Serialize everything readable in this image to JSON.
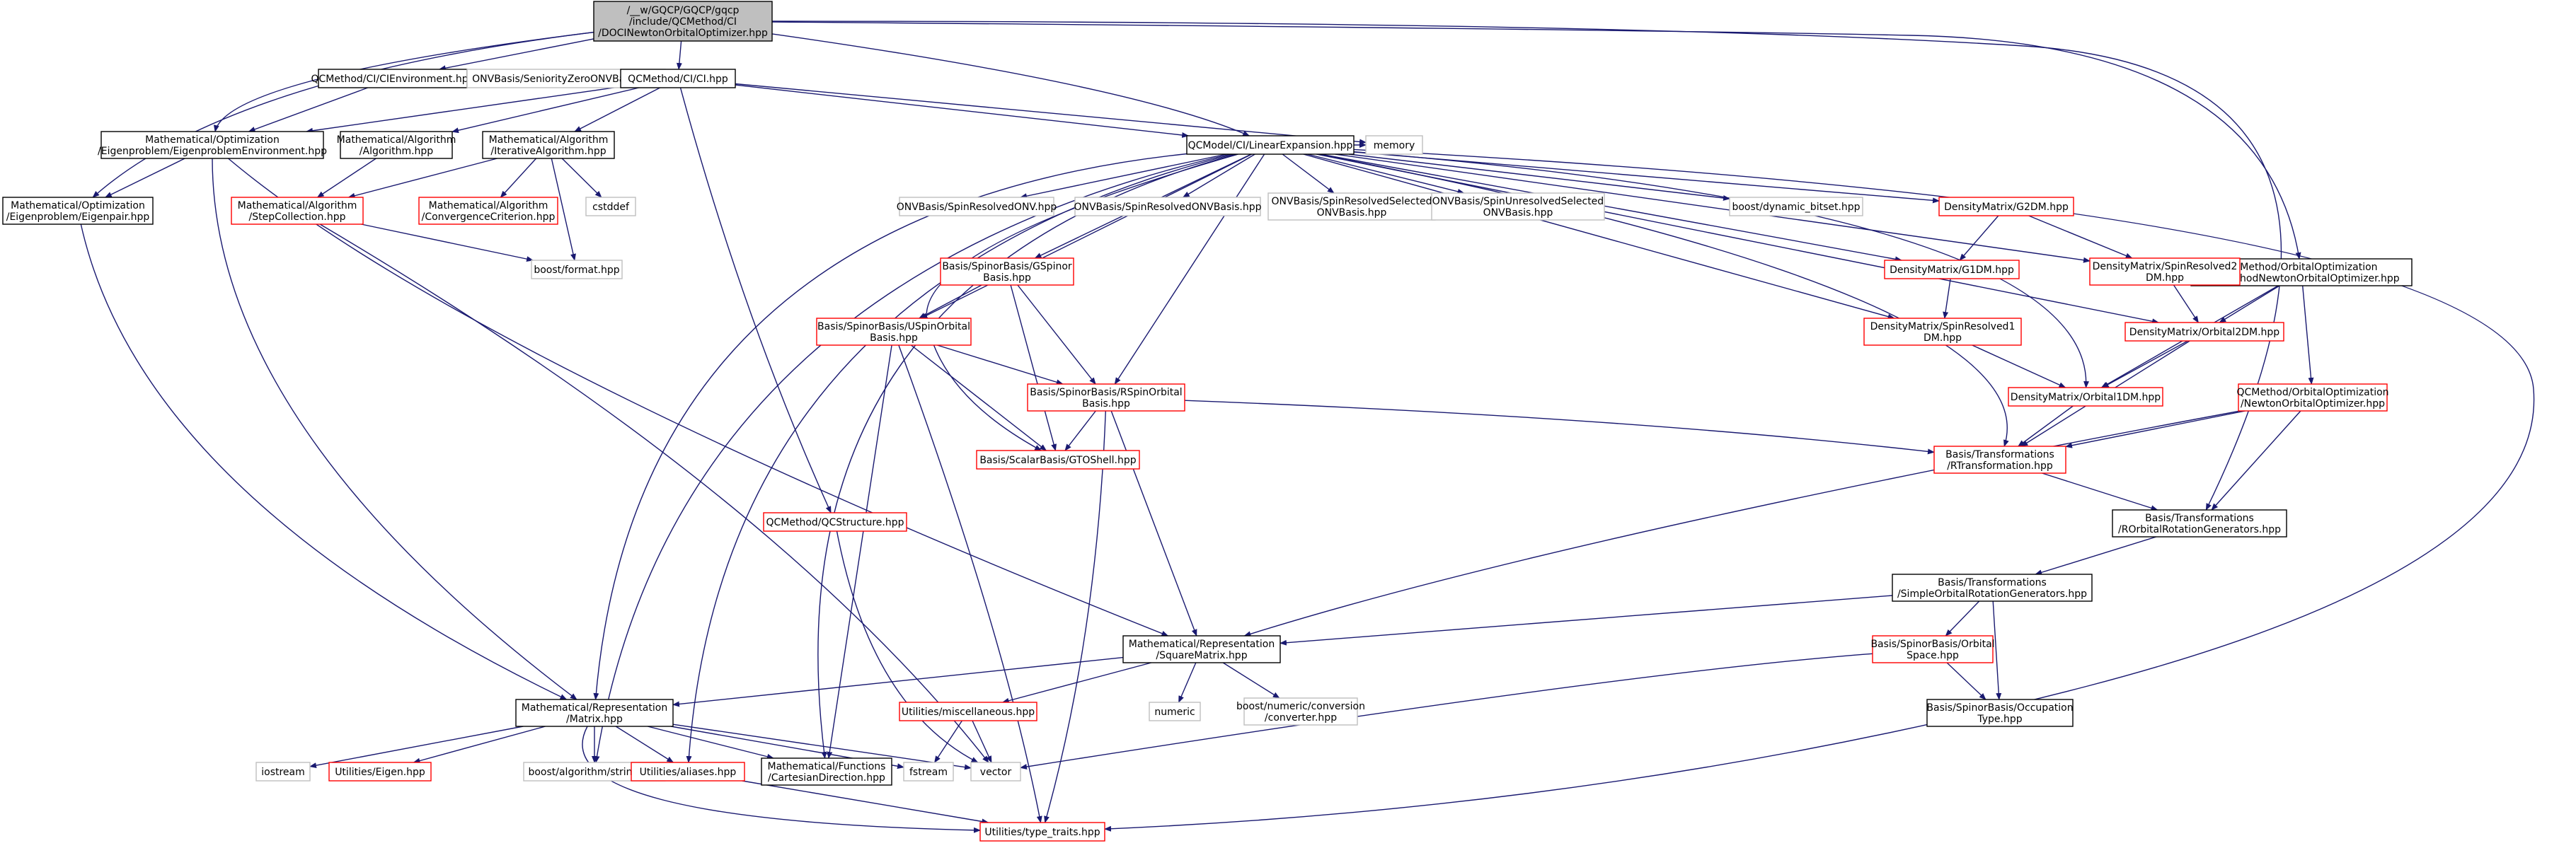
{
  "colors": {
    "edge": "#191970",
    "root_fill": "#bfbfbf",
    "root_border": "#000000",
    "documented_border": "#000000",
    "truncated_border": "#ff0000",
    "external_border": "#bfbfbf",
    "text": "#000000"
  },
  "nodes": {
    "n1": {
      "lines": [
        "/__w/GQCP/GQCP/gqcp",
        "/include/QCMethod/CI",
        "/DOCINewtonOrbitalOptimizer.hpp"
      ],
      "kind": "root"
    },
    "n2": {
      "lines": [
        "QCMethod/CI/CIEnvironment.hpp"
      ],
      "kind": "documented"
    },
    "n3": {
      "lines": [
        "ONVBasis/SeniorityZeroONVBasis.hpp"
      ],
      "kind": "external"
    },
    "n4": {
      "lines": [
        "QCMethod/CI/CI.hpp"
      ],
      "kind": "documented"
    },
    "n5": {
      "lines": [
        "Mathematical/Optimization",
        "/Eigenproblem/EigenproblemEnvironment.hpp"
      ],
      "kind": "documented"
    },
    "n6": {
      "lines": [
        "Mathematical/Algorithm",
        "/Algorithm.hpp"
      ],
      "kind": "documented"
    },
    "n7": {
      "lines": [
        "Mathematical/Algorithm",
        "/IterativeAlgorithm.hpp"
      ],
      "kind": "documented"
    },
    "n8": {
      "lines": [
        "memory"
      ],
      "kind": "external"
    },
    "n9": {
      "lines": [
        "QCModel/CI/LinearExpansion.hpp"
      ],
      "kind": "documented"
    },
    "n10": {
      "lines": [
        "QCMethod/OrbitalOptimization",
        "/QCMethodNewtonOrbitalOptimizer.hpp"
      ],
      "kind": "documented"
    },
    "n11": {
      "lines": [
        "Mathematical/Optimization",
        "/Eigenproblem/Eigenpair.hpp"
      ],
      "kind": "documented"
    },
    "n12": {
      "lines": [
        "Mathematical/Algorithm",
        "/StepCollection.hpp"
      ],
      "kind": "truncated"
    },
    "n13": {
      "lines": [
        "Mathematical/Algorithm",
        "/ConvergenceCriterion.hpp"
      ],
      "kind": "truncated"
    },
    "n14": {
      "lines": [
        "cstddef"
      ],
      "kind": "external"
    },
    "n15": {
      "lines": [
        "boost/format.hpp"
      ],
      "kind": "external"
    },
    "n16": {
      "lines": [
        "ONVBasis/SpinResolvedONV.hpp"
      ],
      "kind": "external"
    },
    "n17": {
      "lines": [
        "ONVBasis/SpinResolvedONVBasis.hpp"
      ],
      "kind": "external"
    },
    "n18": {
      "lines": [
        "ONVBasis/SpinResolvedSelected",
        "ONVBasis.hpp"
      ],
      "kind": "external"
    },
    "n19": {
      "lines": [
        "ONVBasis/SpinUnresolvedSelected",
        "ONVBasis.hpp"
      ],
      "kind": "external"
    },
    "n20": {
      "lines": [
        "boost/dynamic_bitset.hpp"
      ],
      "kind": "external"
    },
    "n21": {
      "lines": [
        "DensityMatrix/G2DM.hpp"
      ],
      "kind": "truncated"
    },
    "n22": {
      "lines": [
        "Basis/SpinorBasis/GSpinor",
        "Basis.hpp"
      ],
      "kind": "truncated"
    },
    "n23": {
      "lines": [
        "DensityMatrix/G1DM.hpp"
      ],
      "kind": "truncated"
    },
    "n24": {
      "lines": [
        "DensityMatrix/SpinResolved2",
        "DM.hpp"
      ],
      "kind": "truncated"
    },
    "n25": {
      "lines": [
        "Basis/SpinorBasis/USpinOrbital",
        "Basis.hpp"
      ],
      "kind": "truncated"
    },
    "n26": {
      "lines": [
        "DensityMatrix/SpinResolved1",
        "DM.hpp"
      ],
      "kind": "truncated"
    },
    "n27": {
      "lines": [
        "DensityMatrix/Orbital2DM.hpp"
      ],
      "kind": "truncated"
    },
    "n28": {
      "lines": [
        "Basis/SpinorBasis/RSpinOrbital",
        "Basis.hpp"
      ],
      "kind": "truncated"
    },
    "n29": {
      "lines": [
        "DensityMatrix/Orbital1DM.hpp"
      ],
      "kind": "truncated"
    },
    "n30": {
      "lines": [
        "QCMethod/OrbitalOptimization",
        "/NewtonOrbitalOptimizer.hpp"
      ],
      "kind": "truncated"
    },
    "n31": {
      "lines": [
        "Basis/ScalarBasis/GTOShell.hpp"
      ],
      "kind": "truncated"
    },
    "n32": {
      "lines": [
        "Basis/Transformations",
        "/RTransformation.hpp"
      ],
      "kind": "truncated"
    },
    "n33": {
      "lines": [
        "QCMethod/QCStructure.hpp"
      ],
      "kind": "truncated"
    },
    "n34": {
      "lines": [
        "Basis/Transformations",
        "/ROrbitalRotationGenerators.hpp"
      ],
      "kind": "documented"
    },
    "n35": {
      "lines": [
        "Basis/Transformations",
        "/SimpleOrbitalRotationGenerators.hpp"
      ],
      "kind": "documented"
    },
    "n36": {
      "lines": [
        "Mathematical/Representation",
        "/SquareMatrix.hpp"
      ],
      "kind": "documented"
    },
    "n37": {
      "lines": [
        "Basis/SpinorBasis/Orbital",
        "Space.hpp"
      ],
      "kind": "truncated"
    },
    "n38": {
      "lines": [
        "Mathematical/Representation",
        "/Matrix.hpp"
      ],
      "kind": "documented"
    },
    "n39": {
      "lines": [
        "Utilities/miscellaneous.hpp"
      ],
      "kind": "truncated"
    },
    "n40": {
      "lines": [
        "numeric"
      ],
      "kind": "external"
    },
    "n41": {
      "lines": [
        "boost/numeric/conversion",
        "/converter.hpp"
      ],
      "kind": "external"
    },
    "n42": {
      "lines": [
        "Basis/SpinorBasis/Occupation",
        "Type.hpp"
      ],
      "kind": "documented"
    },
    "n43": {
      "lines": [
        "iostream"
      ],
      "kind": "external"
    },
    "n44": {
      "lines": [
        "Utilities/Eigen.hpp"
      ],
      "kind": "truncated"
    },
    "n45": {
      "lines": [
        "boost/algorithm/string.hpp"
      ],
      "kind": "external"
    },
    "n46": {
      "lines": [
        "Utilities/aliases.hpp"
      ],
      "kind": "truncated"
    },
    "n47": {
      "lines": [
        "Mathematical/Functions",
        "/CartesianDirection.hpp"
      ],
      "kind": "documented"
    },
    "n48": {
      "lines": [
        "fstream"
      ],
      "kind": "external"
    },
    "n49": {
      "lines": [
        "vector"
      ],
      "kind": "external"
    },
    "n50": {
      "lines": [
        "Utilities/type_traits.hpp"
      ],
      "kind": "truncated"
    }
  },
  "edges": [
    [
      "n1",
      "n2"
    ],
    [
      "n1",
      "n4"
    ],
    [
      "n1",
      "n5"
    ],
    [
      "n1",
      "n9"
    ],
    [
      "n1",
      "n10"
    ],
    [
      "n1",
      "n11"
    ],
    [
      "n1",
      "n34"
    ],
    [
      "n2",
      "n5"
    ],
    [
      "n4",
      "n5"
    ],
    [
      "n4",
      "n6"
    ],
    [
      "n4",
      "n7"
    ],
    [
      "n4",
      "n8"
    ],
    [
      "n4",
      "n9"
    ],
    [
      "n4",
      "n33"
    ],
    [
      "n5",
      "n11"
    ],
    [
      "n5",
      "n36"
    ],
    [
      "n5",
      "n38"
    ],
    [
      "n6",
      "n12"
    ],
    [
      "n7",
      "n12"
    ],
    [
      "n7",
      "n13"
    ],
    [
      "n7",
      "n14"
    ],
    [
      "n7",
      "n15"
    ],
    [
      "n9",
      "n8"
    ],
    [
      "n9",
      "n16"
    ],
    [
      "n9",
      "n17"
    ],
    [
      "n9",
      "n18"
    ],
    [
      "n9",
      "n19"
    ],
    [
      "n9",
      "n20"
    ],
    [
      "n9",
      "n21"
    ],
    [
      "n9",
      "n22"
    ],
    [
      "n9",
      "n23"
    ],
    [
      "n9",
      "n24"
    ],
    [
      "n9",
      "n25"
    ],
    [
      "n9",
      "n26"
    ],
    [
      "n9",
      "n27"
    ],
    [
      "n9",
      "n28"
    ],
    [
      "n9",
      "n29"
    ],
    [
      "n9",
      "n31"
    ],
    [
      "n9",
      "n32"
    ],
    [
      "n9",
      "n38"
    ],
    [
      "n9",
      "n45"
    ],
    [
      "n9",
      "n46"
    ],
    [
      "n9",
      "n47"
    ],
    [
      "n9",
      "n50"
    ],
    [
      "n10",
      "n27"
    ],
    [
      "n10",
      "n29"
    ],
    [
      "n10",
      "n30"
    ],
    [
      "n11",
      "n38"
    ],
    [
      "n12",
      "n15"
    ],
    [
      "n12",
      "n49"
    ],
    [
      "n21",
      "n23"
    ],
    [
      "n21",
      "n24"
    ],
    [
      "n22",
      "n25"
    ],
    [
      "n22",
      "n28"
    ],
    [
      "n22",
      "n31"
    ],
    [
      "n23",
      "n26"
    ],
    [
      "n24",
      "n27"
    ],
    [
      "n25",
      "n28"
    ],
    [
      "n25",
      "n31"
    ],
    [
      "n25",
      "n47"
    ],
    [
      "n25",
      "n50"
    ],
    [
      "n26",
      "n29"
    ],
    [
      "n27",
      "n29"
    ],
    [
      "n27",
      "n32"
    ],
    [
      "n28",
      "n31"
    ],
    [
      "n28",
      "n32"
    ],
    [
      "n28",
      "n36"
    ],
    [
      "n28",
      "n50"
    ],
    [
      "n29",
      "n32"
    ],
    [
      "n30",
      "n32"
    ],
    [
      "n30",
      "n34"
    ],
    [
      "n30",
      "n36"
    ],
    [
      "n32",
      "n34"
    ],
    [
      "n33",
      "n49"
    ],
    [
      "n34",
      "n35"
    ],
    [
      "n35",
      "n36"
    ],
    [
      "n35",
      "n37"
    ],
    [
      "n35",
      "n42"
    ],
    [
      "n36",
      "n38"
    ],
    [
      "n36",
      "n39"
    ],
    [
      "n36",
      "n40"
    ],
    [
      "n36",
      "n41"
    ],
    [
      "n37",
      "n42"
    ],
    [
      "n37",
      "n49"
    ],
    [
      "n38",
      "n43"
    ],
    [
      "n38",
      "n44"
    ],
    [
      "n38",
      "n45"
    ],
    [
      "n38",
      "n46"
    ],
    [
      "n38",
      "n47"
    ],
    [
      "n38",
      "n48"
    ],
    [
      "n38",
      "n49"
    ],
    [
      "n38",
      "n50"
    ],
    [
      "n39",
      "n48"
    ],
    [
      "n39",
      "n49"
    ],
    [
      "n46",
      "n50"
    ]
  ]
}
